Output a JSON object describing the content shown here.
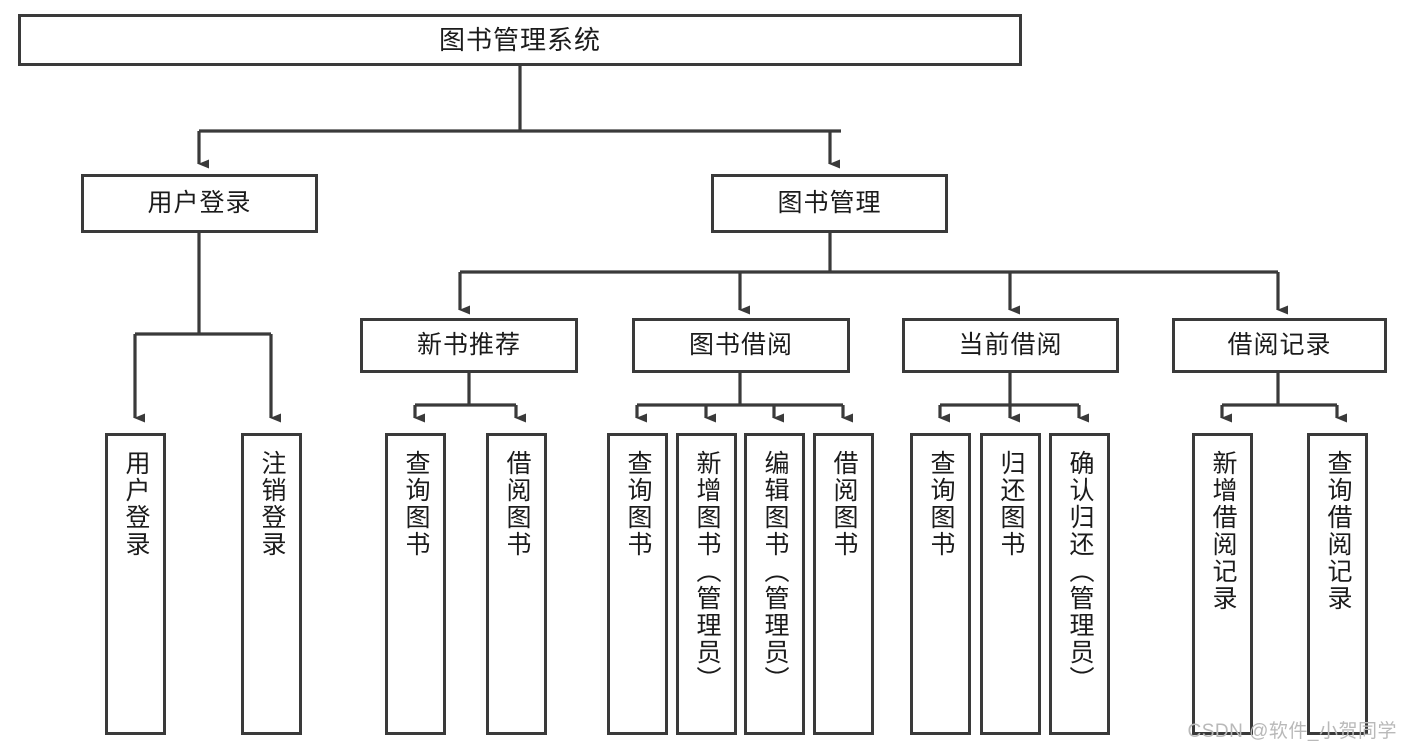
{
  "diagram": {
    "title": "图书管理系统",
    "type": "tree",
    "root": {
      "id": "root",
      "label": "图书管理系统"
    },
    "level2": [
      {
        "id": "user-login",
        "label": "用户登录"
      },
      {
        "id": "book-manage",
        "label": "图书管理"
      }
    ],
    "level3": [
      {
        "id": "new-book-rec",
        "label": "新书推荐"
      },
      {
        "id": "book-borrow",
        "label": "图书借阅"
      },
      {
        "id": "current-borrow",
        "label": "当前借阅"
      },
      {
        "id": "borrow-record",
        "label": "借阅记录"
      }
    ],
    "leaves": [
      {
        "id": "leaf-user-login",
        "label": "用户登录",
        "parent": "user-login"
      },
      {
        "id": "leaf-user-logout",
        "label": "注销登录",
        "parent": "user-login"
      },
      {
        "id": "leaf-query-book-1",
        "label": "查询图书",
        "parent": "new-book-rec"
      },
      {
        "id": "leaf-borrow-book-1",
        "label": "借阅图书",
        "parent": "new-book-rec"
      },
      {
        "id": "leaf-query-book-2",
        "label": "查询图书",
        "parent": "book-borrow"
      },
      {
        "id": "leaf-add-book",
        "label": "新增图书（管理员）",
        "parent": "book-borrow"
      },
      {
        "id": "leaf-edit-book",
        "label": "编辑图书（管理员）",
        "parent": "book-borrow"
      },
      {
        "id": "leaf-borrow-book-2",
        "label": "借阅图书",
        "parent": "book-borrow"
      },
      {
        "id": "leaf-query-book-3",
        "label": "查询图书",
        "parent": "current-borrow"
      },
      {
        "id": "leaf-return-book",
        "label": "归还图书",
        "parent": "current-borrow"
      },
      {
        "id": "leaf-confirm-return",
        "label": "确认归还（管理员）",
        "parent": "current-borrow"
      },
      {
        "id": "leaf-add-record",
        "label": "新增借阅记录",
        "parent": "borrow-record"
      },
      {
        "id": "leaf-query-record",
        "label": "查询借阅记录",
        "parent": "borrow-record"
      }
    ],
    "colors": {
      "stroke": "#3a3a3a",
      "fill": "#ffffff",
      "text": "#1b1b1b",
      "watermark": "#b9b9b9"
    }
  },
  "watermark": {
    "text": "CSDN @软件_小贺同学"
  }
}
